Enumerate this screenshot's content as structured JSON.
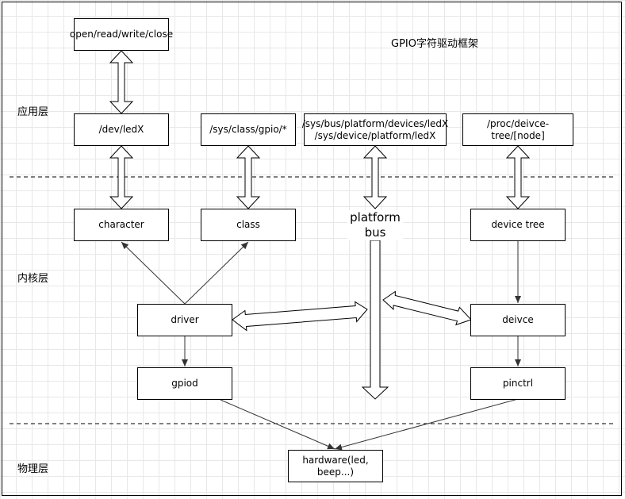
{
  "title": "GPIO字符驱动框架",
  "layers": {
    "app": "应用层",
    "kernel": "内核层",
    "physical": "物理层"
  },
  "boxes": {
    "syscalls": "open/read/write/close",
    "dev_ledx": "/dev/ledX",
    "sys_class_gpio": "/sys/class/gpio/*",
    "sys_bus": "/sys/bus/platform/devices/ledX\n/sys/device/platform/ledX",
    "proc_devtree": "/proc/deivce-tree/[node]",
    "character": "character",
    "class": "class",
    "device_tree": "device tree",
    "driver": "driver",
    "deivce": "deivce",
    "gpiod": "gpiod",
    "pinctrl": "pinctrl",
    "hardware": "hardware(led,\nbeep...)"
  },
  "platform_bus_label": "platform\nbus",
  "colors": {
    "line": "#000000",
    "connector": "#404040",
    "grid": "#e8e8e8"
  }
}
